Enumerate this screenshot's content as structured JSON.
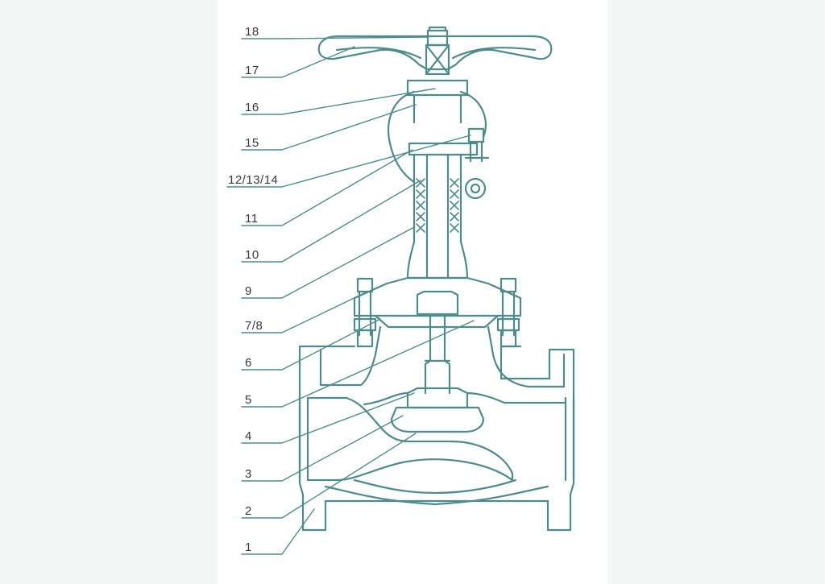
{
  "diagram": {
    "kind": "globe valve cross-section",
    "colors": {
      "line": "#4d8c8a",
      "hatch": "#5a8f8c",
      "background": "#ffffff",
      "page": "#f4f6f6"
    },
    "part_labels": [
      {
        "id": "p18",
        "text": "18"
      },
      {
        "id": "p17",
        "text": "17"
      },
      {
        "id": "p16",
        "text": "16"
      },
      {
        "id": "p15",
        "text": "15"
      },
      {
        "id": "p12",
        "text": "12/13/14"
      },
      {
        "id": "p11",
        "text": "11"
      },
      {
        "id": "p10",
        "text": "10"
      },
      {
        "id": "p9",
        "text": "9"
      },
      {
        "id": "p7",
        "text": "7/8"
      },
      {
        "id": "p6",
        "text": "6"
      },
      {
        "id": "p5",
        "text": "5"
      },
      {
        "id": "p4",
        "text": "4"
      },
      {
        "id": "p3",
        "text": "3"
      },
      {
        "id": "p2",
        "text": "2"
      },
      {
        "id": "p1",
        "text": "1"
      }
    ]
  }
}
